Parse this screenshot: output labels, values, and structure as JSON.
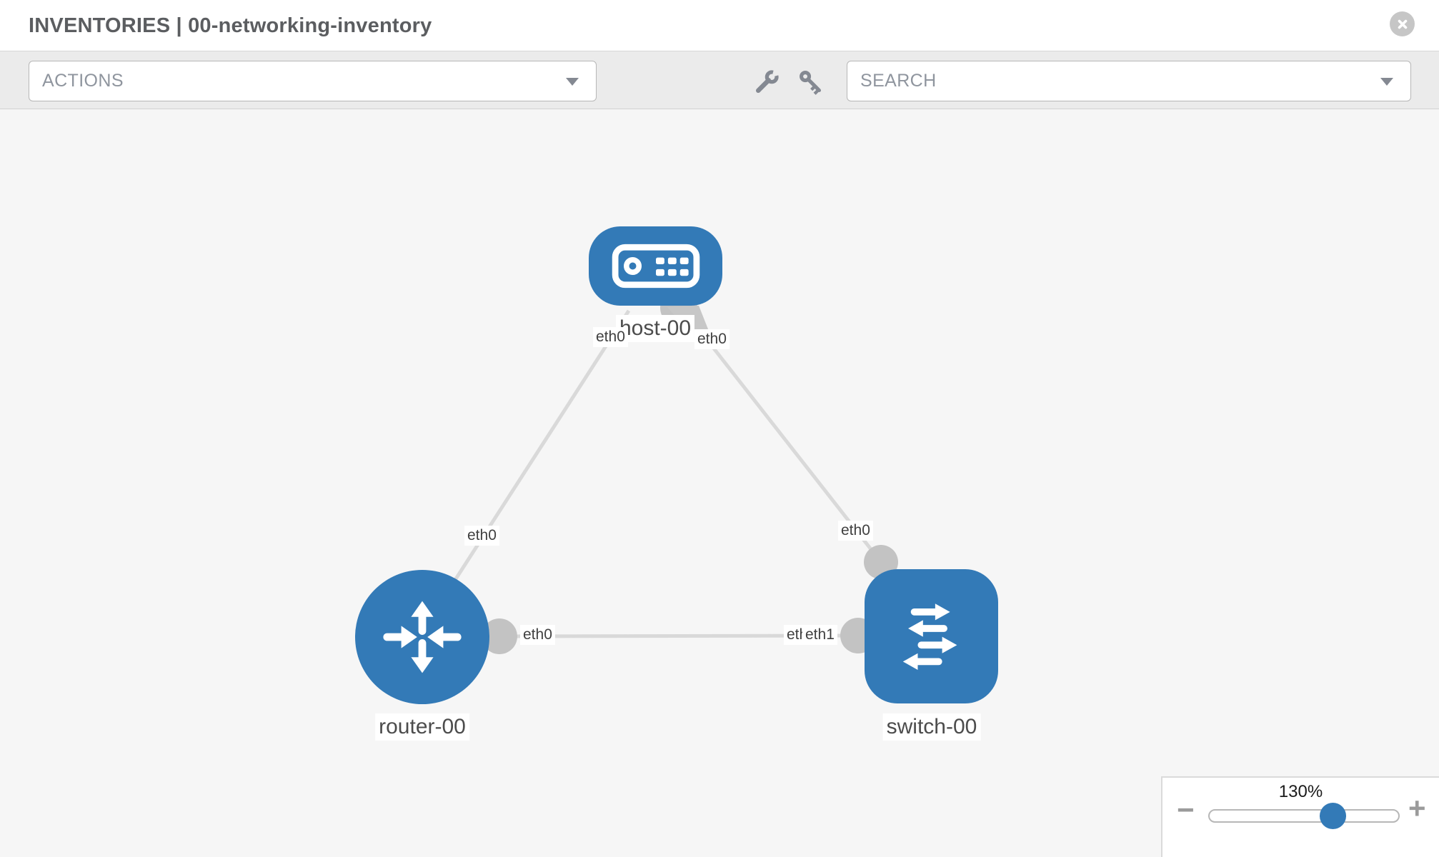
{
  "header": {
    "title": "INVENTORIES | 00-networking-inventory"
  },
  "toolbar": {
    "actions_label": "ACTIONS",
    "search_placeholder": "SEARCH",
    "icons": [
      "wrench-icon",
      "key-icon"
    ]
  },
  "graph": {
    "nodes": [
      {
        "label": "host-00",
        "type": "host"
      },
      {
        "label": "router-00",
        "type": "router"
      },
      {
        "label": "switch-00",
        "type": "switch"
      }
    ],
    "interface_labels": [
      "eth0",
      "eth0",
      "eth0",
      "eth0",
      "eth0",
      "eth0",
      "eth1"
    ]
  },
  "zoom_control": {
    "level": "130%",
    "minus_label": "−",
    "plus_label": "+"
  },
  "colors": {
    "node_blue": "#337ab7",
    "link_gray": "#d9d9d9",
    "connector_gray": "#c3c3c3",
    "canvas_bg": "#f6f6f6",
    "toolbar_bg": "#ebebeb"
  }
}
